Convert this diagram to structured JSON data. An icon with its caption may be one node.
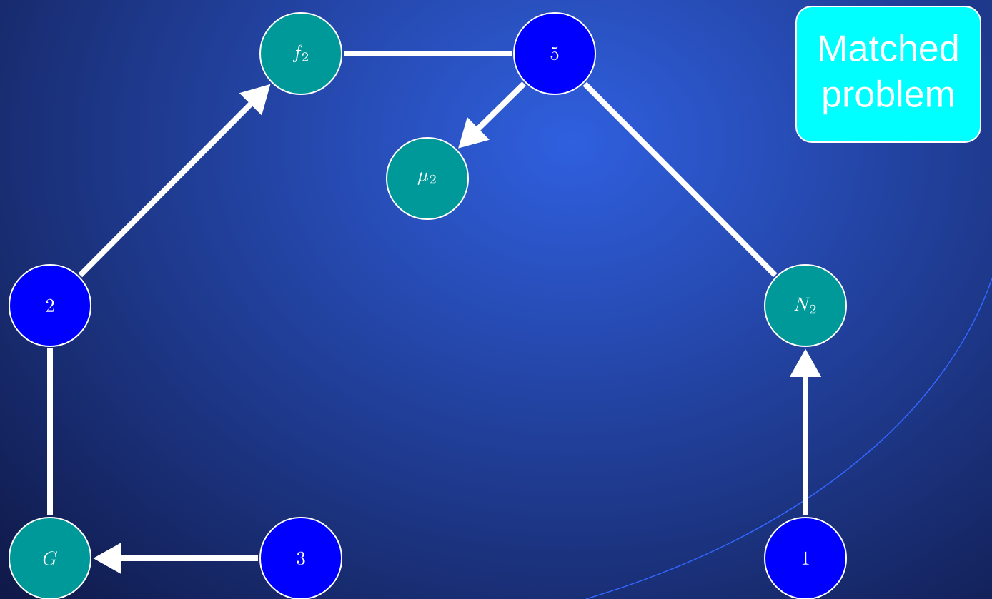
{
  "diagram": {
    "nodes": [
      {
        "text": [
          "Matched problem"
        ]
      },
      {
        "text": [
          "f_2"
        ]
      },
      {
        "text": [
          "5"
        ]
      },
      {
        "text": [
          "\\mu_2"
        ]
      },
      {
        "text": [
          "2"
        ]
      },
      {
        "text": [
          "N_2"
        ]
      },
      {
        "text": [
          "G"
        ]
      },
      {
        "text": [
          "3"
        ]
      },
      {
        "text": [
          "1"
        ]
      }
    ],
    "edges": [
      {
        "from": 4,
        "to": 1,
        "arrow": "to"
      },
      {
        "from": 1,
        "to": 2,
        "arrow": "none"
      },
      {
        "from": 2,
        "to": 3,
        "arrow": "to"
      },
      {
        "from": 2,
        "to": 5,
        "arrow": "none"
      },
      {
        "from": 8,
        "to": 5,
        "arrow": "to"
      },
      {
        "from": 6,
        "to": 4,
        "arrow": "none"
      },
      {
        "from": 7,
        "to": 6,
        "arrow": "to"
      }
    ]
  }
}
